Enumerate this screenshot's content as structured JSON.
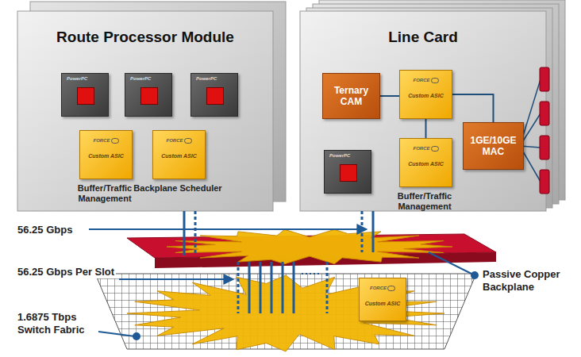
{
  "diagram": {
    "nodes": [
      {
        "text": [
          "Route Processor Module"
        ]
      },
      {
        "text": [
          "PowerPC"
        ],
        "in": 0
      },
      {
        "text": [
          "PowerPC"
        ],
        "in": 0
      },
      {
        "text": [
          "PowerPC"
        ],
        "in": 0
      },
      {
        "text": [
          "FORCE",
          "Custom ASIC",
          "Buffer/Traffic Management"
        ],
        "in": 0
      },
      {
        "text": [
          "FORCE",
          "Custom ASIC",
          "Backplane Scheduler"
        ],
        "in": 0
      },
      {
        "text": [
          "Line Card"
        ]
      },
      {
        "text": [
          "Ternary CAM"
        ],
        "in": 6
      },
      {
        "text": [
          "FORCE",
          "Custom ASIC"
        ],
        "in": 6
      },
      {
        "text": [
          "1GE/10GE MAC"
        ],
        "in": 6
      },
      {
        "text": [
          "PowerPC"
        ],
        "in": 6
      },
      {
        "text": [
          "FORCE",
          "Custom ASIC",
          "Buffer/Traffic Management"
        ],
        "in": 6
      },
      {
        "text": [
          "FORCE",
          "Custom ASIC"
        ]
      }
    ],
    "edges": [
      {
        "from": 7,
        "to": 8,
        "arrow": "none"
      },
      {
        "from": 8,
        "to": 9,
        "arrow": "none"
      },
      {
        "from": 8,
        "to": 11,
        "arrow": "none"
      }
    ],
    "labels": [
      "56.25 Gbps",
      "56.25 Gbps Per Slot",
      "1.6875 Tbps Switch Fabric",
      "Passive Copper Backplane"
    ]
  }
}
